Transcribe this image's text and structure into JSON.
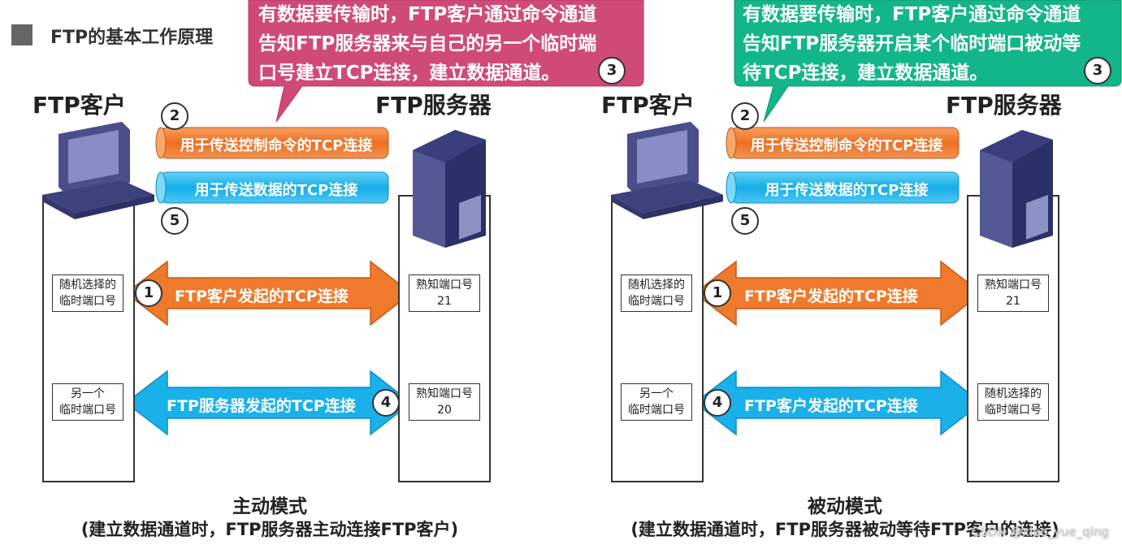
{
  "title": "FTP的基本工作原理",
  "colors": {
    "pink": "#d04a78",
    "green": "#13b58a",
    "orange": "#f07a2a",
    "blue": "#1ab0ea"
  },
  "panels": [
    {
      "client_label": "FTP客户",
      "server_label": "FTP服务器",
      "callout": {
        "lines": [
          "有数据要传输时，FTP客户通过命令通道",
          "告知FTP服务器来与自己的另一个临时端",
          "口号建立TCP连接，建立数据通道。"
        ],
        "num": "3"
      },
      "control_pipe": "用于传送控制命令的TCP连接",
      "data_pipe": "用于传送数据的TCP连接",
      "num2": "2",
      "num5": "5",
      "client_port1": [
        "随机选择的",
        "临时端口号"
      ],
      "client_port2": [
        "另一个",
        "临时端口号"
      ],
      "server_port1": [
        "熟知端口号",
        "21"
      ],
      "server_port2": [
        "熟知端口号",
        "20"
      ],
      "arrow1": {
        "num": "1",
        "text": "FTP客户发起的TCP连接"
      },
      "arrow4": {
        "num": "4",
        "text": "FTP服务器发起的TCP连接"
      },
      "mode_title": "主动模式",
      "mode_sub": "(建立数据通道时，FTP服务器主动连接FTP客户)"
    },
    {
      "client_label": "FTP客户",
      "server_label": "FTP服务器",
      "callout": {
        "lines": [
          "有数据要传输时，FTP客户通过命令通道",
          "告知FTP服务器开启某个临时端口被动等",
          "待TCP连接，建立数据通道。"
        ],
        "num": "3"
      },
      "control_pipe": "用于传送控制命令的TCP连接",
      "data_pipe": "用于传送数据的TCP连接",
      "num2": "2",
      "num5": "5",
      "client_port1": [
        "随机选择的",
        "临时端口号"
      ],
      "client_port2": [
        "另一个",
        "临时端口号"
      ],
      "server_port1": [
        "熟知端口号",
        "21"
      ],
      "server_port2": [
        "随机选择的",
        "临时端口号"
      ],
      "arrow1": {
        "num": "1",
        "text": "FTP客户发起的TCP连接"
      },
      "arrow4": {
        "num": "4",
        "text": "FTP客户发起的TCP连接"
      },
      "mode_title": "被动模式",
      "mode_sub": "(建立数据通道时，FTP服务器被动等待FTP客户的连接)"
    }
  ],
  "watermark": "CSDN @xiao_yue_qing"
}
